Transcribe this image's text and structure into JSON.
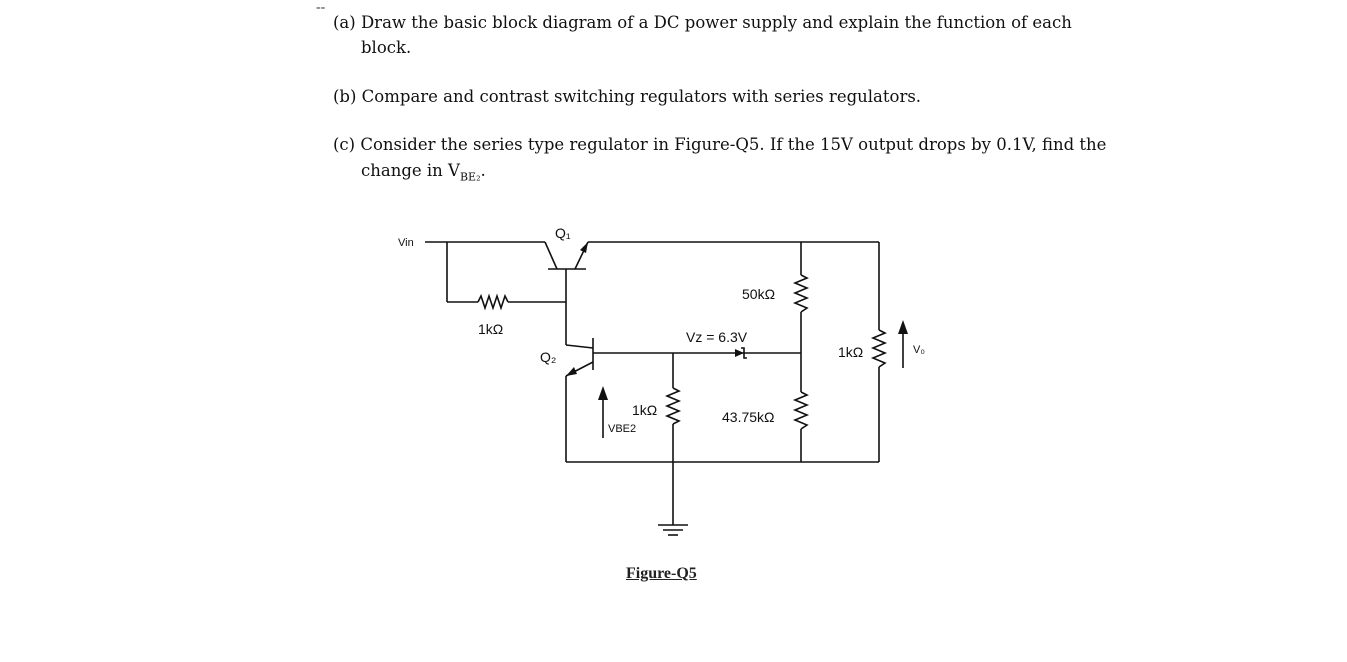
{
  "questions": {
    "a_line1": "(a) Draw the basic block diagram of a DC power supply and explain the function of each",
    "a_line2": "block.",
    "b": "(b) Compare and contrast switching regulators with series regulators.",
    "c_line1": "(c) Consider the series type regulator in Figure-Q5. If the 15V output drops by 0.1V, find the",
    "c_line2": "change in V",
    "c_sub": "BE₂",
    "c_end": "."
  },
  "circuit": {
    "vin": "Vin",
    "q1": "Q₁",
    "q2": "Q₂",
    "r_base": "1kΩ",
    "r_top": "50kΩ",
    "zener": "Vz = 6.3V",
    "r_zener": "1kΩ",
    "r_bottom": "43.75kΩ",
    "r_load": "1kΩ",
    "vo": "V₀",
    "vbe2": "VBE2"
  },
  "caption": "Figure-Q5"
}
